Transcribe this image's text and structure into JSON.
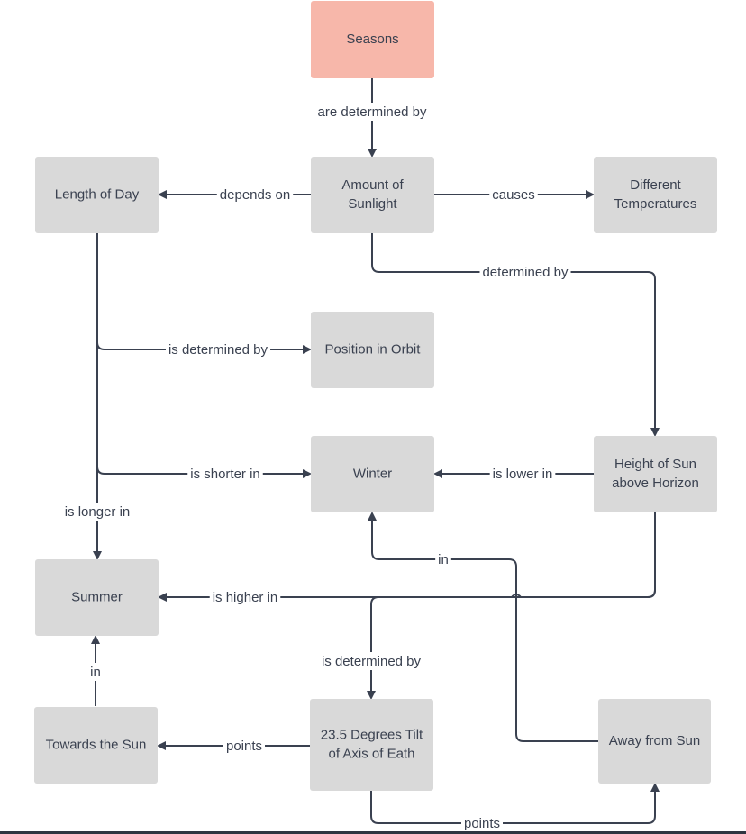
{
  "diagram": {
    "nodes": [
      {
        "id": "seasons",
        "lines": [
          "Seasons"
        ],
        "kind": "primary"
      },
      {
        "id": "length-of-day",
        "lines": [
          "Length of Day"
        ],
        "kind": "normal"
      },
      {
        "id": "amount-of-sunlight",
        "lines": [
          "Amount of",
          "Sunlight"
        ],
        "kind": "normal"
      },
      {
        "id": "different-temperatures",
        "lines": [
          "Different",
          "Temperatures"
        ],
        "kind": "normal"
      },
      {
        "id": "position-in-orbit",
        "lines": [
          "Position in Orbit"
        ],
        "kind": "normal"
      },
      {
        "id": "winter",
        "lines": [
          "Winter"
        ],
        "kind": "normal"
      },
      {
        "id": "height-of-sun",
        "lines": [
          "Height of Sun",
          "above Horizon"
        ],
        "kind": "normal"
      },
      {
        "id": "summer",
        "lines": [
          "Summer"
        ],
        "kind": "normal"
      },
      {
        "id": "towards-the-sun",
        "lines": [
          "Towards the Sun"
        ],
        "kind": "normal"
      },
      {
        "id": "tilt",
        "lines": [
          "23.5 Degrees Tilt",
          "of Axis of Eath"
        ],
        "kind": "normal"
      },
      {
        "id": "away-from-sun",
        "lines": [
          "Away from Sun"
        ],
        "kind": "normal"
      }
    ],
    "edges": [
      {
        "id": "seasons-to-sunlight",
        "label": "are determined by"
      },
      {
        "id": "sunlight-to-length",
        "label": "depends on"
      },
      {
        "id": "sunlight-to-temperatures",
        "label": "causes"
      },
      {
        "id": "sunlight-to-height",
        "label": "determined by"
      },
      {
        "id": "length-to-orbit",
        "label": "is determined by"
      },
      {
        "id": "length-to-winter",
        "label": "is shorter in"
      },
      {
        "id": "length-to-summer",
        "label": "is longer in"
      },
      {
        "id": "height-to-winter",
        "label": "is lower in"
      },
      {
        "id": "height-to-summer",
        "label": "is higher in"
      },
      {
        "id": "height-to-tilt",
        "label": "is determined by"
      },
      {
        "id": "away-to-winter",
        "label": "in"
      },
      {
        "id": "towards-to-summer",
        "label": "in"
      },
      {
        "id": "tilt-to-towards",
        "label": "points"
      },
      {
        "id": "tilt-to-away",
        "label": "points"
      }
    ]
  },
  "colors": {
    "primary_fill": "#f7b7aa",
    "node_fill": "#d9d9d9",
    "line": "#3a4150",
    "text": "#3a4150"
  }
}
